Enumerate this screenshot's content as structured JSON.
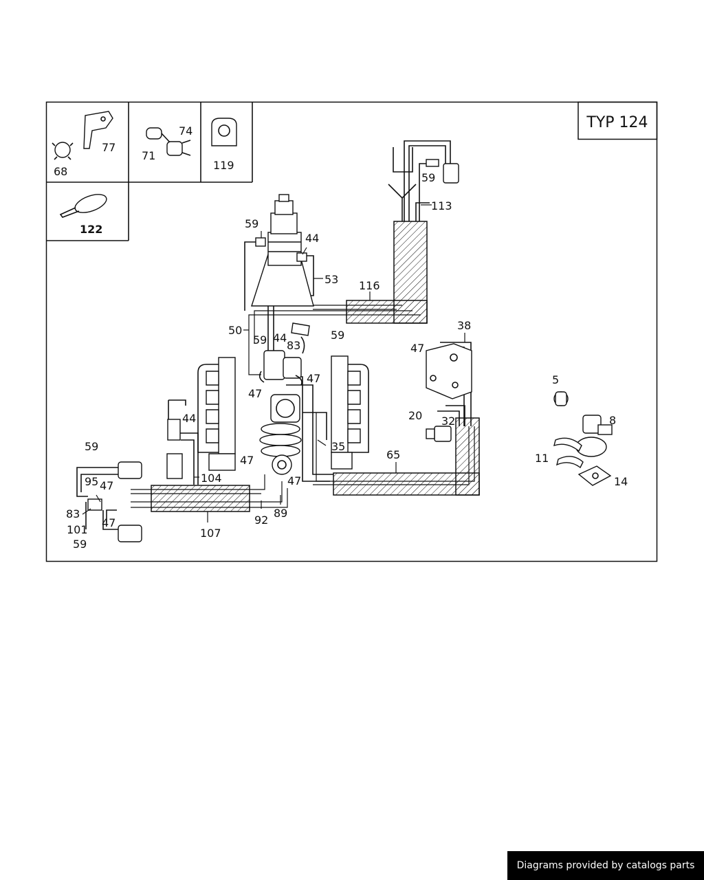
{
  "diagram": {
    "type_label": "TYP 124",
    "legend_parts": [
      "68",
      "77",
      "71",
      "74",
      "119",
      "122"
    ],
    "callouts": [
      "59",
      "44",
      "53",
      "116",
      "59",
      "113",
      "50",
      "59",
      "44",
      "83",
      "59",
      "47",
      "47",
      "38",
      "47",
      "5",
      "8",
      "44",
      "20",
      "32",
      "35",
      "65",
      "59",
      "95",
      "47",
      "47",
      "104",
      "47",
      "11",
      "14",
      "83",
      "101",
      "47",
      "59",
      "107",
      "92",
      "89"
    ]
  },
  "footer": {
    "text": "Diagrams provided by catalogs parts"
  }
}
